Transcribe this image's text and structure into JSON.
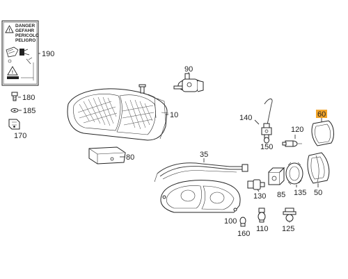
{
  "warning_label": {
    "lines": [
      "DANGER",
      "GEFAHR",
      "PERICOLO",
      "PELIGRO"
    ]
  },
  "part_numbers": {
    "p190": "190",
    "p90": "90",
    "p180": "180",
    "p185": "185",
    "p170": "170",
    "p10": "10",
    "p80": "80",
    "p140": "140",
    "p150": "150",
    "p120": "120",
    "p60": "60",
    "p35": "35",
    "p100": "100",
    "p135": "135",
    "p50": "50",
    "p130": "130",
    "p85": "85",
    "p110": "110",
    "p125": "125",
    "p160": "160"
  },
  "highlight": {
    "part": "60",
    "color": "#f2a52a"
  }
}
